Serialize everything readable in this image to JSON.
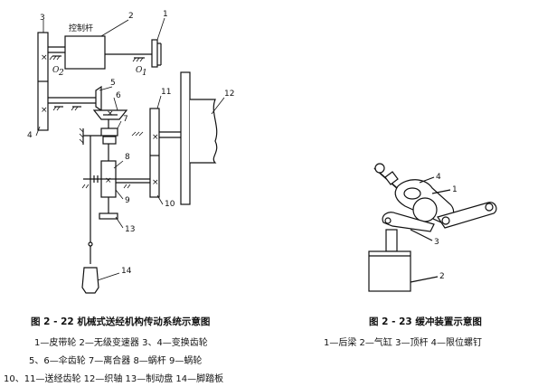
{
  "fig_left": {
    "title": "图 2 - 22   机械式送经机构传动系统示意图",
    "legend_lines": [
      "1—皮带轮   2—无级变速器   3、4—变换齿轮",
      "5、6—伞齿轮   7—离合器   8—蜗杆   9—蜗轮",
      "10、11—送经齿轮   12—织轴   13—制动盘   14—脚踏板"
    ],
    "control_label": "控制杆",
    "o1": "O",
    "o1_sub": "1",
    "o2": "O",
    "o2_sub": "2",
    "numbers": {
      "n1": "1",
      "n2": "2",
      "n3": "3",
      "n4": "4",
      "n5": "5",
      "n6": "6",
      "n7": "7",
      "n8": "8",
      "n9": "9",
      "n10": "10",
      "n11": "11",
      "n12": "12",
      "n13": "13",
      "n14": "14"
    }
  },
  "fig_right": {
    "title": "图 2 - 23   缓冲装置示意图",
    "legend_line": "1—后梁   2—气缸   3—顶杆   4—限位螺钉",
    "numbers": {
      "n1": "1",
      "n2": "2",
      "n3": "3",
      "n4": "4"
    }
  }
}
